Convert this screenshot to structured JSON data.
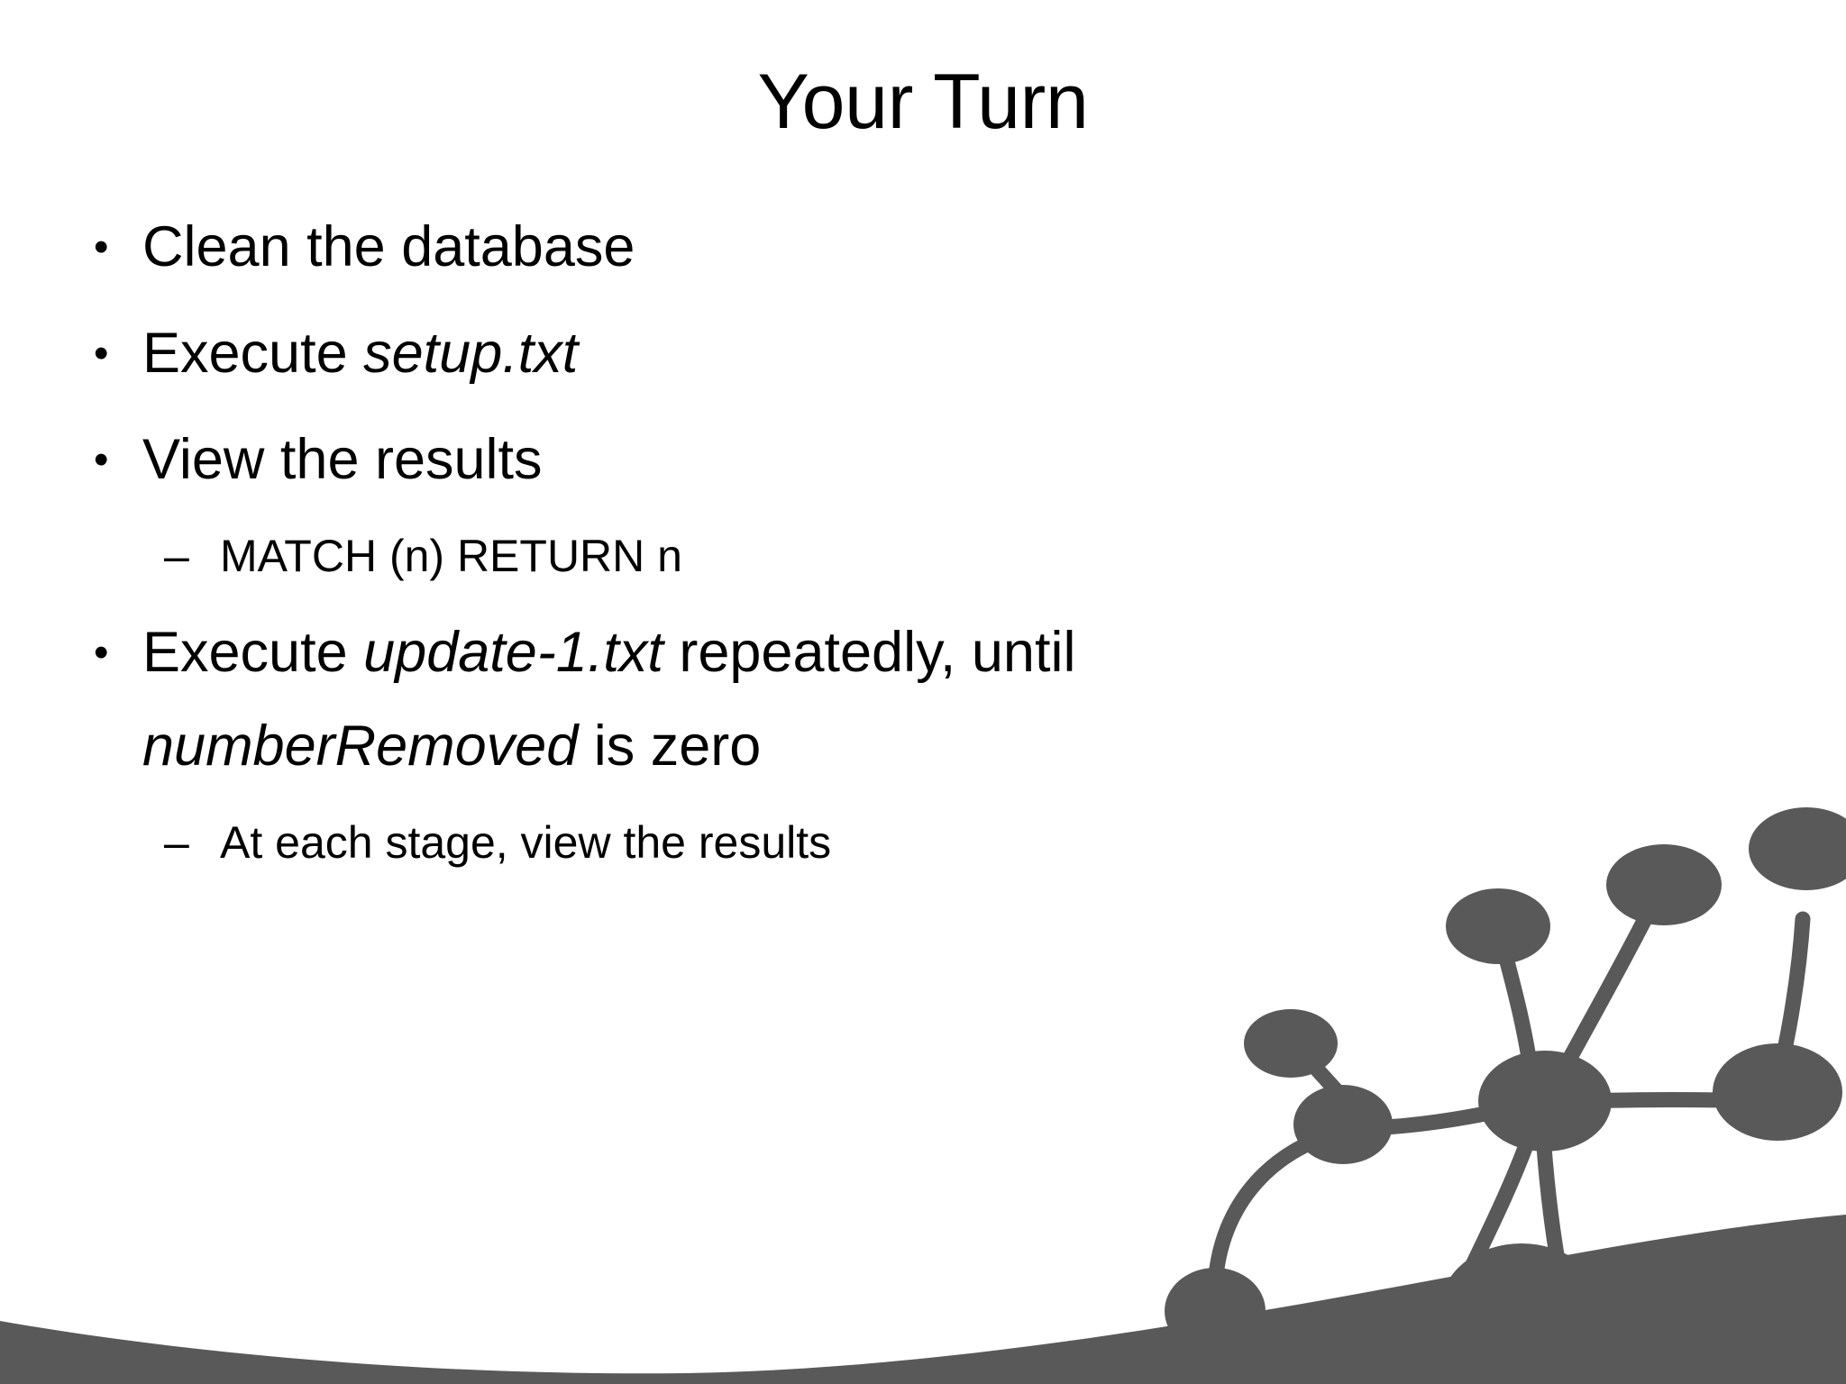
{
  "slide": {
    "title": "Your Turn",
    "background_color": "#ffffff",
    "text_color": "#000000",
    "accent_color": "#595959",
    "bullets": [
      {
        "level": 1,
        "marker": "•",
        "runs": [
          {
            "text": "Clean the database",
            "style": "regular"
          }
        ]
      },
      {
        "level": 1,
        "marker": "•",
        "runs": [
          {
            "text": "Execute ",
            "style": "regular"
          },
          {
            "text": "setup.txt",
            "style": "italic"
          }
        ]
      },
      {
        "level": 1,
        "marker": "•",
        "runs": [
          {
            "text": "View the results",
            "style": "regular"
          }
        ]
      },
      {
        "level": 2,
        "marker": "–",
        "runs": [
          {
            "text": "MATCH (n) RETURN n",
            "style": "regular"
          }
        ]
      },
      {
        "level": 1,
        "marker": "•",
        "runs": [
          {
            "text": "Execute ",
            "style": "regular"
          },
          {
            "text": "update-1.txt",
            "style": "italic"
          },
          {
            "text": " repeatedly, until ",
            "style": "regular"
          },
          {
            "text": "numberRemoved",
            "style": "italic"
          },
          {
            "text": " is zero",
            "style": "regular"
          }
        ]
      },
      {
        "level": 2,
        "marker": "–",
        "runs": [
          {
            "text": "At each stage, view the results",
            "style": "regular"
          }
        ]
      }
    ],
    "decoration": {
      "name": "graph-network-motif",
      "description": "grey wave footer with node-and-edge graph silhouette in lower right corner",
      "color": "#595959"
    }
  }
}
